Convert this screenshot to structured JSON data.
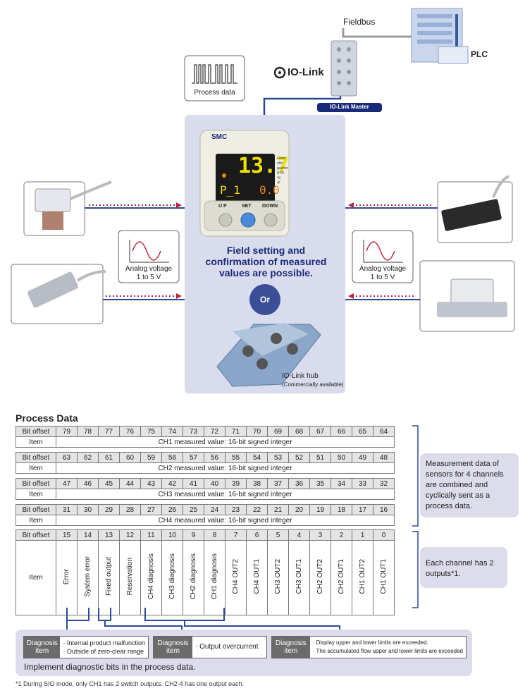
{
  "top": {
    "fieldbus": "Fieldbus",
    "plc": "PLC",
    "io_link_logo": "IO-Link",
    "io_link_master": "IO-Link Master",
    "process_data": "Process data",
    "brand": "SMC",
    "display_main": "13.7",
    "display_sub_left": "P_1",
    "display_sub_right": "0.0",
    "display_units": [
      "L/min",
      "cfm",
      "gal/min",
      "STD",
      "℃",
      "℉"
    ],
    "btn_up": "U P",
    "btn_set": "SET",
    "btn_down": "DOWN",
    "field_setting": "Field setting and confirmation of measured values are possible.",
    "or": "Or",
    "hub_label": "IO-Link hub",
    "hub_sub": "(Commercially available)",
    "analog_left": [
      "Analog voltage",
      "1 to 5 V"
    ],
    "analog_right": [
      "Analog voltage",
      "1 to 5 V"
    ]
  },
  "process_data_title": "Process Data",
  "labels": {
    "bit_offset": "Bit offset",
    "item": "Item"
  },
  "word_rows": [
    {
      "bits": [
        "79",
        "78",
        "77",
        "76",
        "75",
        "74",
        "73",
        "72",
        "71",
        "70",
        "69",
        "68",
        "67",
        "66",
        "65",
        "64"
      ],
      "item": "CH1 measured value: 16-bit signed integer"
    },
    {
      "bits": [
        "63",
        "62",
        "61",
        "60",
        "59",
        "58",
        "57",
        "56",
        "55",
        "54",
        "53",
        "52",
        "51",
        "50",
        "49",
        "48"
      ],
      "item": "CH2 measured value: 16-bit signed integer"
    },
    {
      "bits": [
        "47",
        "46",
        "45",
        "44",
        "43",
        "42",
        "41",
        "40",
        "39",
        "38",
        "37",
        "36",
        "35",
        "34",
        "33",
        "32"
      ],
      "item": "CH3 measured value: 16-bit signed integer"
    },
    {
      "bits": [
        "31",
        "30",
        "29",
        "28",
        "27",
        "26",
        "25",
        "24",
        "23",
        "22",
        "21",
        "20",
        "19",
        "18",
        "17",
        "16"
      ],
      "item": "CH4 measured value: 16-bit signed integer"
    }
  ],
  "last_row": {
    "bits": [
      "15",
      "14",
      "13",
      "12",
      "11",
      "10",
      "9",
      "8",
      "7",
      "6",
      "5",
      "4",
      "3",
      "2",
      "1",
      "0"
    ],
    "items": [
      "Error",
      "System error",
      "Fixed output",
      "Reservation",
      "CH4 diagnosis",
      "CH3 diagnosis",
      "CH2 diagnosis",
      "CH1 diagnosis",
      "CH4 OUT2",
      "CH4 OUT1",
      "CH3 OUT2",
      "CH3 OUT1",
      "CH2 OUT2",
      "CH2 OUT1",
      "CH1 OUT2",
      "CH1 OUT1"
    ]
  },
  "note_measurement": "Measurement data of sensors for 4 channels are combined and cyclically sent as a process data.",
  "note_outputs": "Each channel has 2 outputs*1.",
  "diagnosis": [
    {
      "head": [
        "Diagnosis",
        "item"
      ],
      "lines": [
        "· Internal product malfunction",
        "· Outside of zero-clear range"
      ]
    },
    {
      "head": [
        "Diagnosis",
        "item"
      ],
      "lines": [
        "· Output overcurrent"
      ]
    },
    {
      "head": [
        "Diagnosis",
        "item"
      ],
      "lines": [
        "· Display upper and lower limits are exceeded.",
        "· The accumulated flow upper and lower limits are exceeded"
      ]
    }
  ],
  "implement_text": "Implement diagnostic bits in the process data.",
  "footnote": "*1  During SIO mode, only CH1 has 2 switch outputs. CH2-4 has one output each.",
  "colors": {
    "navy": "#1a2a7a",
    "panel": "#d8dcec",
    "note": "#dcdcea",
    "arrow": "#b8233a",
    "line": "#2a4a9a",
    "diag_head": "#6b6b6b"
  }
}
